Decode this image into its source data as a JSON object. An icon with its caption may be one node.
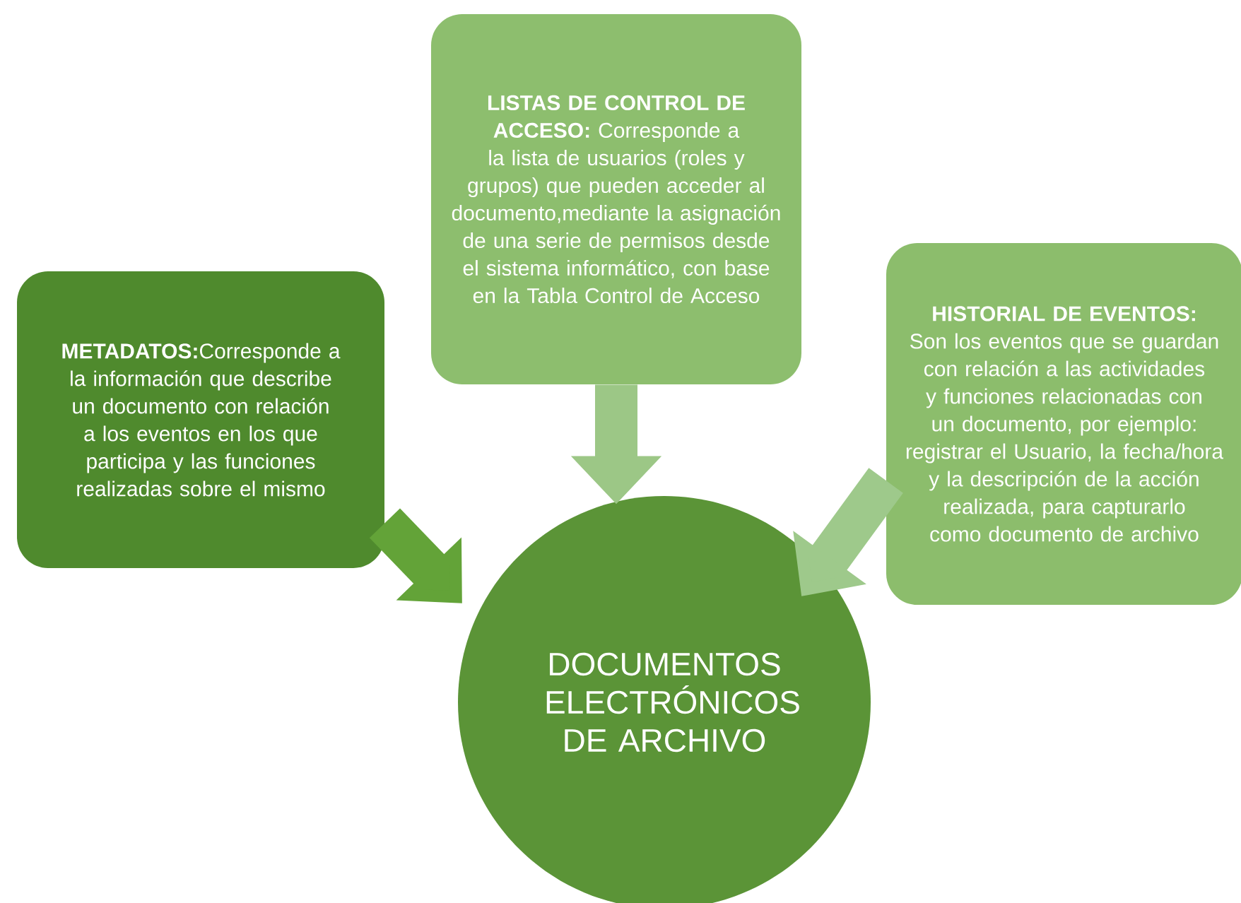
{
  "diagram": {
    "nodes": [
      {
        "text": [
          "**METADATOS:**Corresponde a la información que describe un documento con relación a los eventos en los que participa y las funciones realizadas sobre el mismo"
        ]
      },
      {
        "text": [
          "**LISTAS DE CONTROL DE ACCESO:** Corresponde a la lista de usuarios (roles y grupos) que pueden acceder al documento,mediante la asignación de una serie de permisos desde el sistema informático, con base en la Tabla Control de Acceso"
        ]
      },
      {
        "text": [
          "HISTORIAL DE EVENTOS:",
          "Son los eventos que se guardan con relación a las actividades y funciones relacionadas con un documento, por ejemplo: registrar el Usuario, la fecha/hora y la descripción de la acción realizada, para capturarlo como documento de archivo"
        ]
      },
      {
        "text": [
          "DOCUMENTOS ELECTRÓNICOS DE ARCHIVO"
        ]
      }
    ],
    "edges": [
      {
        "from": 0,
        "to": 3,
        "arrow": "to",
        "color": "#63a338"
      },
      {
        "from": 1,
        "to": 3,
        "arrow": "to",
        "color": "#9cc786"
      },
      {
        "from": 2,
        "to": 3,
        "arrow": "to",
        "color": "#9ec98b"
      }
    ]
  }
}
